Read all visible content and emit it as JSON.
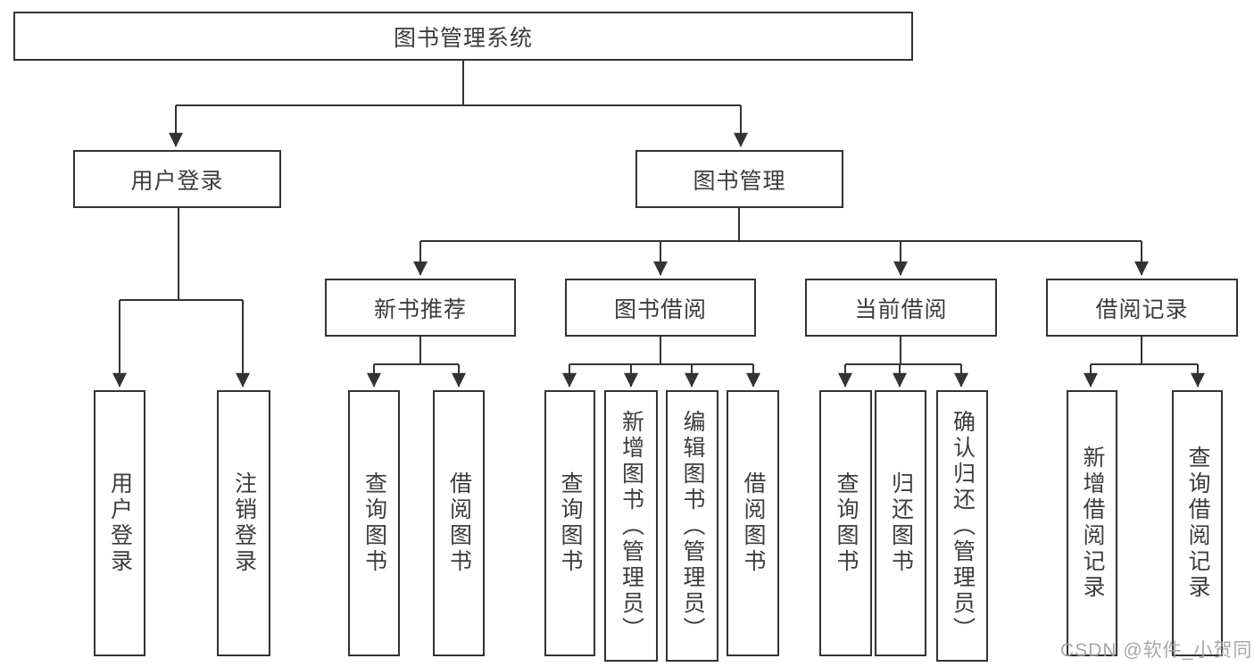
{
  "diagram": {
    "root": {
      "label": "图书管理系统"
    },
    "branches": [
      {
        "label": "用户登录",
        "children": [
          {
            "label": "用户登录"
          },
          {
            "label": "注销登录"
          }
        ]
      },
      {
        "label": "图书管理",
        "children": [
          {
            "label": "新书推荐",
            "children": [
              {
                "label": "查询图书"
              },
              {
                "label": "借阅图书"
              }
            ]
          },
          {
            "label": "图书借阅",
            "children": [
              {
                "label": "查询图书"
              },
              {
                "label": "新增图书（管理员）"
              },
              {
                "label": "编辑图书（管理员）"
              },
              {
                "label": "借阅图书"
              }
            ]
          },
          {
            "label": "当前借阅",
            "children": [
              {
                "label": "查询图书"
              },
              {
                "label": "归还图书"
              },
              {
                "label": "确认归还（管理员）"
              }
            ]
          },
          {
            "label": "借阅记录",
            "children": [
              {
                "label": "新增借阅记录"
              },
              {
                "label": "查询借阅记录"
              }
            ]
          }
        ]
      }
    ]
  },
  "watermark": {
    "text": "CSDN @软件_小贺同学",
    "color": "#9e9e9e"
  },
  "colors": {
    "line": "#333333",
    "box_border": "#333333",
    "box_fill": "#ffffff",
    "text": "#3c3c3c",
    "background": "#ffffff"
  }
}
